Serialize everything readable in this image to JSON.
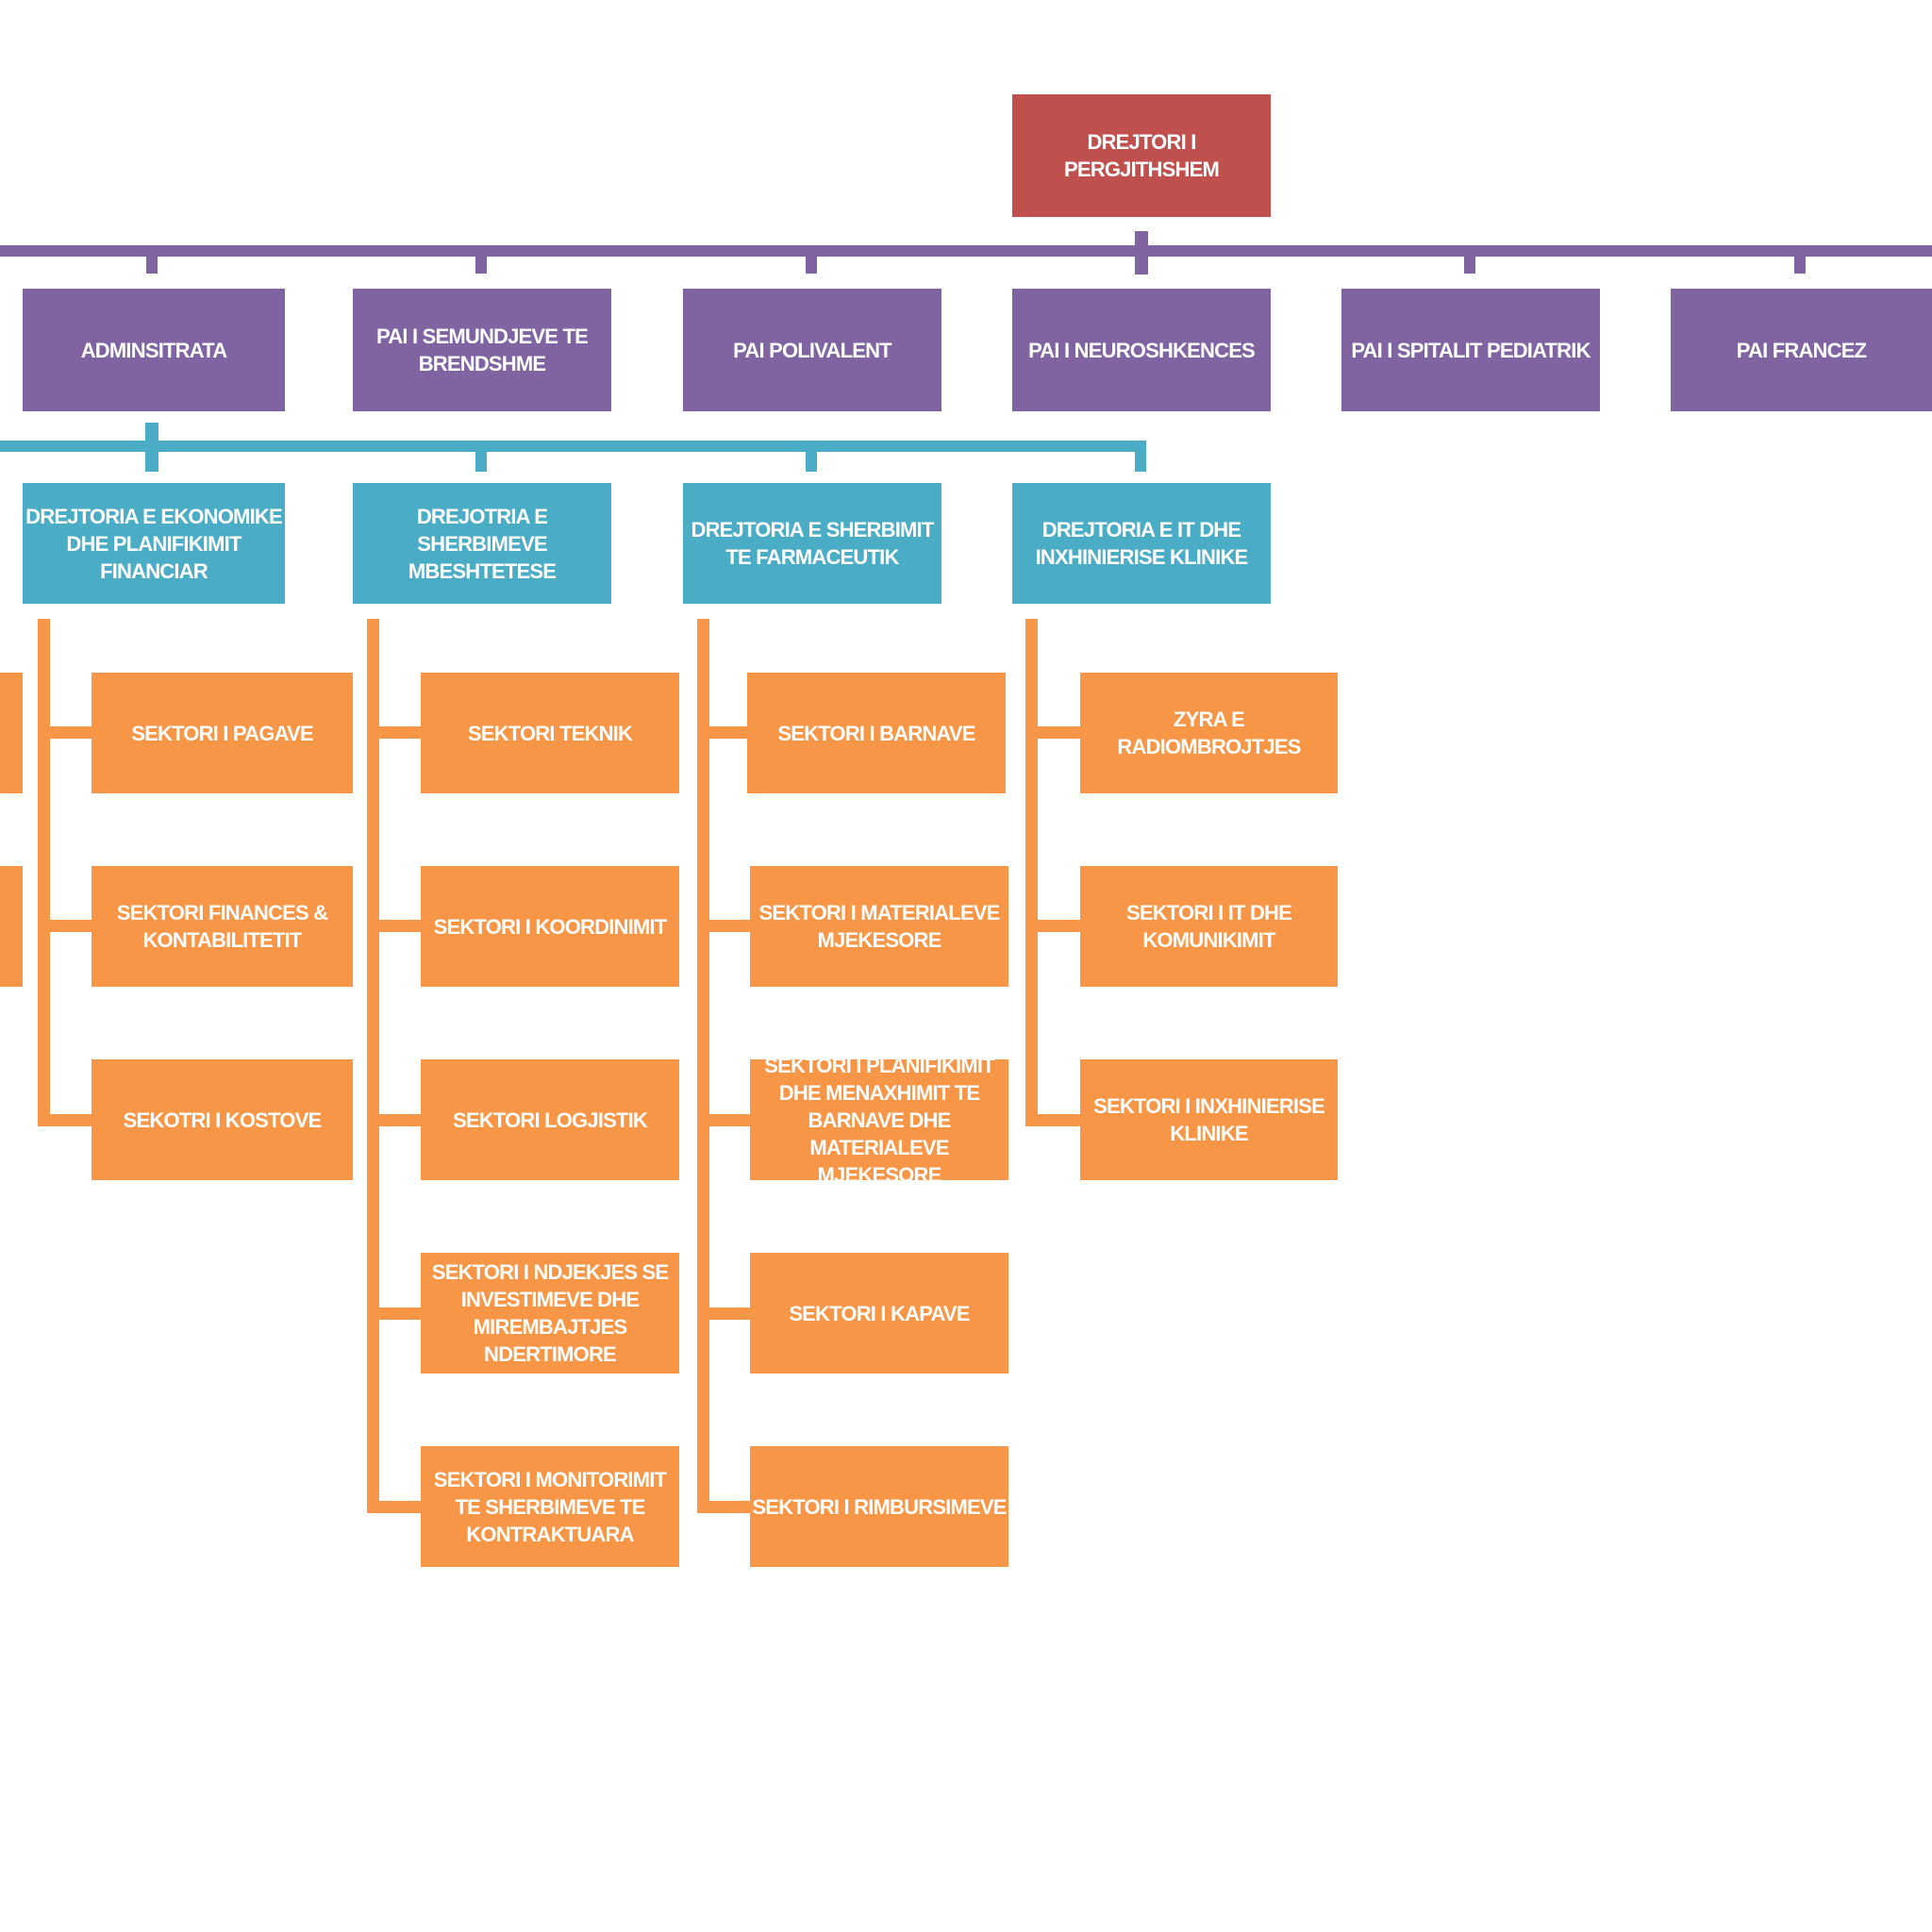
{
  "colors": {
    "top": "#c0504d",
    "level1": "#8064a2",
    "level2": "#4bacc6",
    "level3": "#f79646"
  },
  "top": {
    "label": "DREJTORI I PERGJITHSHEM"
  },
  "level1": [
    {
      "label": "ADMINSITRATA"
    },
    {
      "label": "PAI I SEMUNDJEVE TE BRENDSHME"
    },
    {
      "label": "PAI POLIVALENT"
    },
    {
      "label": "PAI I NEUROSHKENCES"
    },
    {
      "label": "PAI I SPITALIT PEDIATRIK"
    },
    {
      "label": "PAI FRANCEZ"
    }
  ],
  "level2": [
    {
      "label": "DREJTORIA E EKONOMIKE DHE PLANIFIKIMIT FINANCIAR"
    },
    {
      "label": "DREJOTRIA E SHERBIMEVE MBESHTETESE"
    },
    {
      "label": "DREJTORIA E SHERBIMIT TE FARMACEUTIK"
    },
    {
      "label": "DREJTORIA E IT DHE INXHINIERISE KLINIKE"
    }
  ],
  "sectors_economic": [
    {
      "label": "SEKTORI I PAGAVE"
    },
    {
      "label": "SEKTORI FINANCES & KONTABILITETIT"
    },
    {
      "label": "SEKOTRI I KOSTOVE"
    }
  ],
  "sectors_support": [
    {
      "label": "SEKTORI TEKNIK"
    },
    {
      "label": "SEKTORI I KOORDINIMIT"
    },
    {
      "label": "SEKTORI LOGJISTIK"
    },
    {
      "label": "SEKTORI I NDJEKJES SE INVESTIMEVE DHE MIREMBAJTJES NDERTIMORE"
    },
    {
      "label": "SEKTORI I MONITORIMIT TE SHERBIMEVE TE KONTRAKTUARA"
    }
  ],
  "sectors_pharma": [
    {
      "label": "SEKTORI I BARNAVE"
    },
    {
      "label": "SEKTORI I MATERIALEVE MJEKESORE"
    },
    {
      "label": "SEKTORI I PLANIFIKIMIT DHE MENAXHIMIT TE BARNAVE DHE MATERIALEVE MJEKESORE"
    },
    {
      "label": "SEKTORI I KAPAVE"
    },
    {
      "label": "SEKTORI I RIMBURSIMEVE"
    }
  ],
  "sectors_it": [
    {
      "label": "ZYRA E RADIOMBROJTJES"
    },
    {
      "label": "SEKTORI I IT DHE KOMUNIKIMIT"
    },
    {
      "label": "SEKTORI I INXHINIERISE KLINIKE"
    }
  ]
}
